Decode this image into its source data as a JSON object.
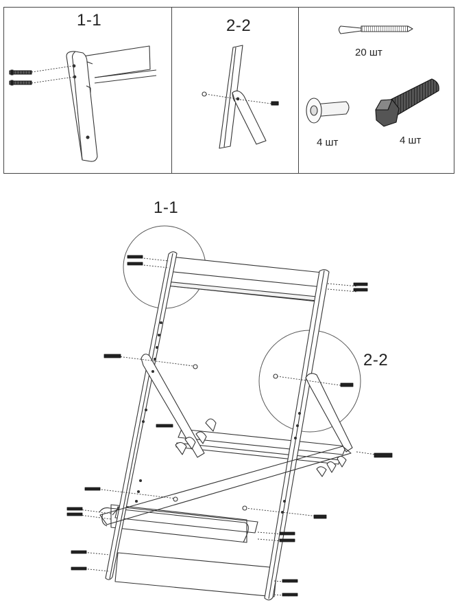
{
  "details": {
    "d11": {
      "label": "1-1"
    },
    "d22": {
      "label": "2-2"
    }
  },
  "hardware": {
    "screw": {
      "qty": "20 шт"
    },
    "barrel_nut": {
      "qty": "4 шт"
    },
    "bolt": {
      "qty": "4 шт"
    }
  },
  "callouts": {
    "c11": "1-1",
    "c22": "2-2"
  }
}
